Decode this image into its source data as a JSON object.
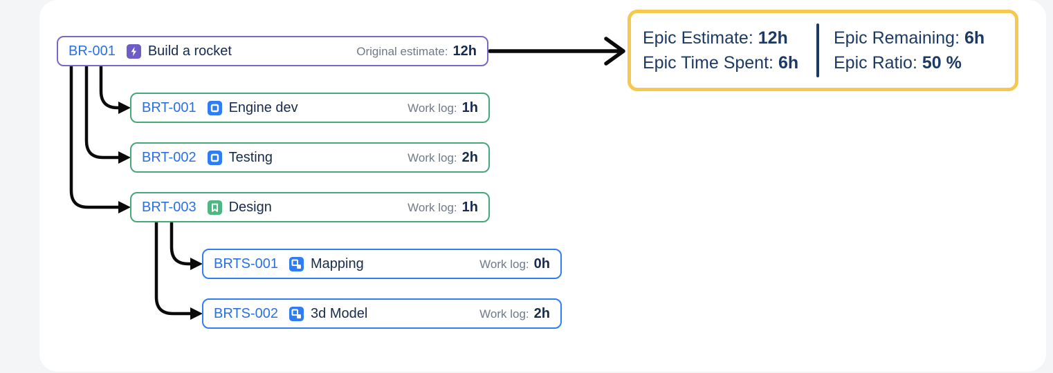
{
  "epic": {
    "key": "BR-001",
    "summary": "Build a rocket",
    "estimate_label": "Original estimate:",
    "estimate_value": "12h"
  },
  "tasks": [
    {
      "key": "BRT-001",
      "summary": "Engine dev",
      "icon": "task-icon",
      "work_label": "Work log:",
      "work_value": "1h"
    },
    {
      "key": "BRT-002",
      "summary": "Testing",
      "icon": "task-icon",
      "work_label": "Work log:",
      "work_value": "2h"
    },
    {
      "key": "BRT-003",
      "summary": "Design",
      "icon": "story-icon",
      "work_label": "Work log:",
      "work_value": "1h"
    }
  ],
  "subtasks": [
    {
      "key": "BRTS-001",
      "summary": "Mapping",
      "icon": "subtask-icon",
      "work_label": "Work log:",
      "work_value": "0h"
    },
    {
      "key": "BRTS-002",
      "summary": "3d Model",
      "icon": "subtask-icon",
      "work_label": "Work log:",
      "work_value": "2h"
    }
  ],
  "summary_panel": {
    "estimate_label": "Epic Estimate:",
    "estimate_value": "12h",
    "time_spent_label": "Epic Time Spent:",
    "time_spent_value": "6h",
    "remaining_label": "Epic Remaining:",
    "remaining_value": "6h",
    "ratio_label": "Epic Ratio:",
    "ratio_value": "50 %"
  },
  "colors": {
    "epic_border": "#7767c8",
    "epic_icon": "#6e5dc6",
    "task_border": "#45a77b",
    "task_icon": "#2e7cf6",
    "story_icon": "#4cb782",
    "subtask_border": "#2e7cf6",
    "key_blue": "#2970e6",
    "text_dark": "#172b4d",
    "label_gray": "#6e7a8a",
    "panel_border_yellow": "#f6c84f",
    "panel_text_navy": "#1c3a63",
    "arrow_black": "#0a0a0a"
  }
}
